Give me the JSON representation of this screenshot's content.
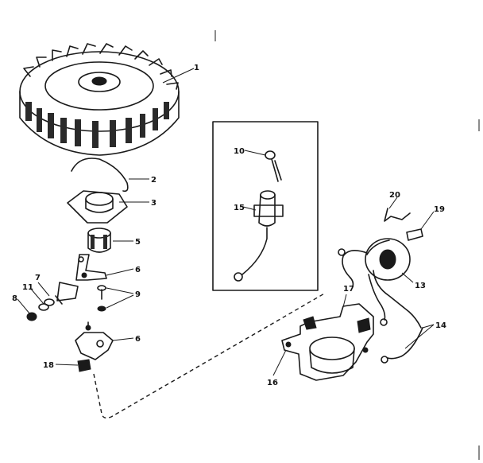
{
  "labels": [
    {
      "id": "l1",
      "text": "1"
    },
    {
      "id": "l2",
      "text": "2"
    },
    {
      "id": "l3",
      "text": "3"
    },
    {
      "id": "l5",
      "text": "5"
    },
    {
      "id": "l6a",
      "text": "6"
    },
    {
      "id": "l9",
      "text": "9"
    },
    {
      "id": "l7",
      "text": "7"
    },
    {
      "id": "l11",
      "text": "11"
    },
    {
      "id": "l8",
      "text": "8"
    },
    {
      "id": "l6b",
      "text": "6"
    },
    {
      "id": "l18",
      "text": "18"
    },
    {
      "id": "l10",
      "text": "10"
    },
    {
      "id": "l15",
      "text": "15"
    },
    {
      "id": "l20",
      "text": "20"
    },
    {
      "id": "l19",
      "text": "19"
    },
    {
      "id": "l13",
      "text": "13"
    },
    {
      "id": "l17",
      "text": "17"
    },
    {
      "id": "l14",
      "text": "14"
    },
    {
      "id": "l16",
      "text": "16"
    }
  ]
}
